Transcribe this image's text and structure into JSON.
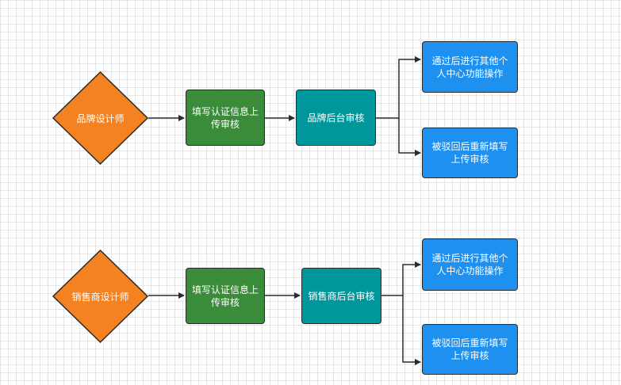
{
  "colors": {
    "diamond": "#f58220",
    "submit": "#3a8b3a",
    "review": "#00979c",
    "result": "#1e90f0",
    "border": "#2b2b2b",
    "edge": "#2b2b2b"
  },
  "flows": [
    {
      "start": "品牌设计师",
      "submit": "填写认证信息上传审核",
      "review": "品牌后台审核",
      "approved": "通过后进行其他个人中心功能操作",
      "rejected": "被驳回后重新填写上传审核"
    },
    {
      "start": "销售商设计师",
      "submit": "填写认证信息上传审核",
      "review": "销售商后台审核",
      "approved": "通过后进行其他个人中心功能操作",
      "rejected": "被驳回后重新填写上传审核"
    }
  ]
}
